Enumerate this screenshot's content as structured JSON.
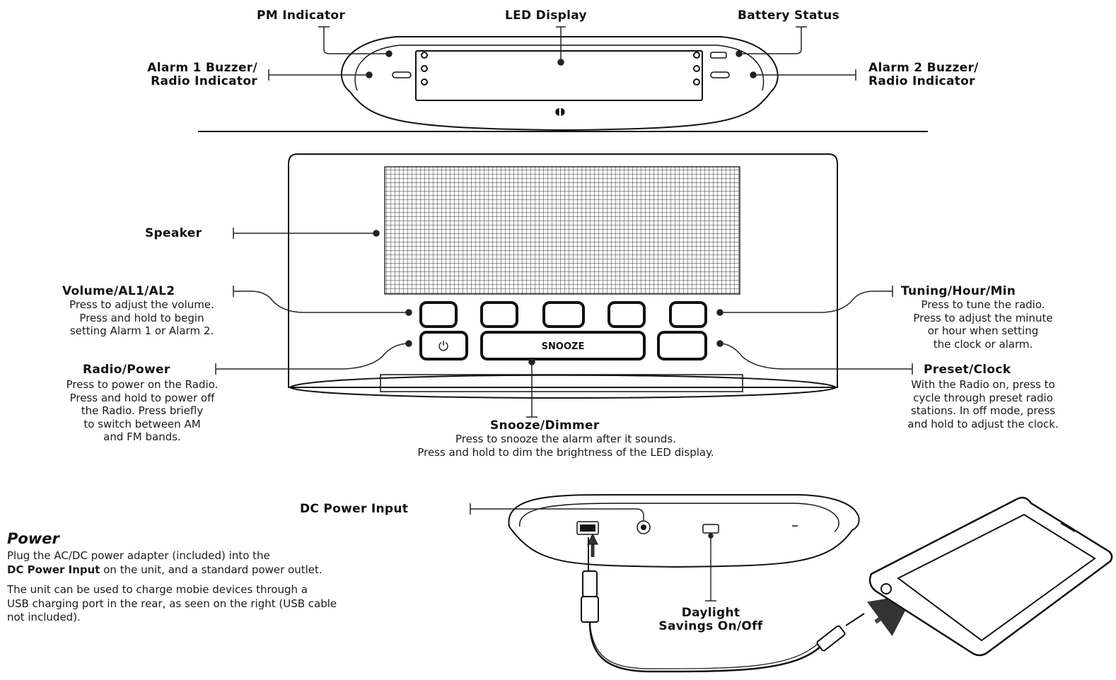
{
  "callouts": {
    "pm_indicator": "PM Indicator",
    "led_display": "LED Display",
    "battery_status": "Battery Status",
    "alarm1": [
      "Alarm 1 Buzzer/",
      "Radio Indicator"
    ],
    "alarm2": [
      "Alarm 2 Buzzer/",
      "Radio Indicator"
    ],
    "speaker": "Speaker",
    "volume": {
      "title": "Volume/AL1/AL2",
      "lines": [
        "Press to adjust the volume.",
        "Press and hold to begin",
        "setting Alarm 1 or Alarm 2."
      ]
    },
    "tuning": {
      "title": "Tuning/Hour/Min",
      "lines": [
        "Press to tune the radio.",
        "Press to adjust the minute",
        "or hour when setting",
        "the clock or alarm."
      ]
    },
    "radio_power": {
      "title": "Radio/Power",
      "lines": [
        "Press to power on the Radio.",
        "Press and hold to power off",
        "the Radio. Press briefly",
        "to switch between AM",
        "and FM bands."
      ]
    },
    "preset_clock": {
      "title": "Preset/Clock",
      "lines": [
        "With the Radio on, press to",
        "cycle through preset radio",
        "stations. In off mode, press",
        "and hold to adjust the clock."
      ]
    },
    "snooze_dimmer": {
      "title": "Snooze/Dimmer",
      "lines": [
        "Press to snooze the alarm after it sounds.",
        "Press and hold to dim the brightness of the LED display."
      ]
    },
    "dc_power_input": "DC Power Input",
    "daylight_savings": [
      "Daylight",
      "Savings On/Off"
    ]
  },
  "device": {
    "snooze_button_label": "SNOOZE",
    "power_glyph": "⏻"
  },
  "power_section": {
    "heading": "Power",
    "paragraph1_line1": "Plug the AC/DC power adapter (included) into the",
    "paragraph1_bold": "DC Power Input",
    "paragraph1_rest": " on the unit, and a standard power outlet.",
    "paragraph2_lines": [
      "The unit can be used to charge mobie devices through a",
      "USB charging port in the rear, as seen on the right (USB cable",
      "not included)."
    ]
  },
  "colors": {
    "ink": "#111111",
    "grille": "#7a7a7a",
    "background": "#ffffff"
  }
}
